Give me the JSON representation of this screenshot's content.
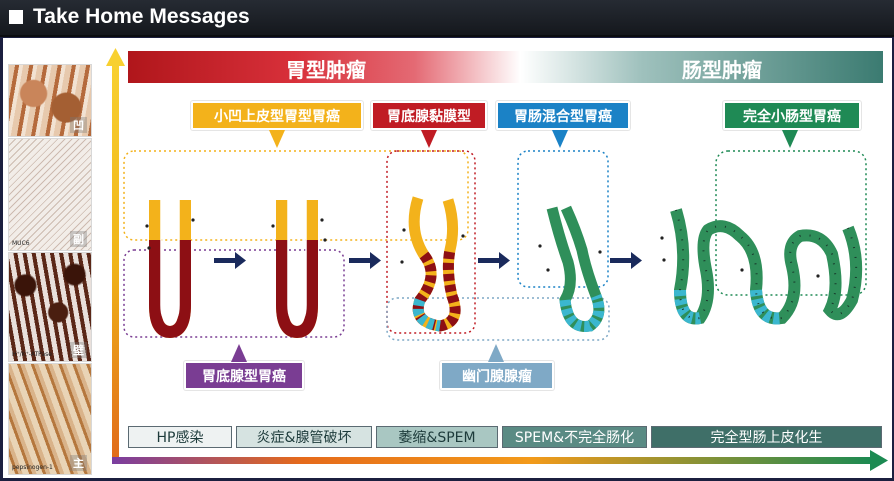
{
  "header": {
    "title": "Take Home Messages"
  },
  "stains": [
    {
      "label": "凹",
      "note": "",
      "color": "#b46a3c"
    },
    {
      "label": "副",
      "note": "MUC6",
      "color": "#5e2a18"
    },
    {
      "label": "壁",
      "note": "H⁺/K⁺-ATPase",
      "color": "#4a1e10"
    },
    {
      "label": "主",
      "note": "pepsinogen-1",
      "color": "#b5773d"
    }
  ],
  "phenotype_bar": {
    "gastric": "胃型肿瘤",
    "intestinal": "肠型肿瘤"
  },
  "tags": {
    "foveolar": "小凹上皮型胃型胃癌",
    "oxyntic_mucosa": "胃底腺黏膜型",
    "mixed": "胃肠混合型胃癌",
    "complete_intestinal": "完全小肠型胃癌",
    "fundic_gland": "胃底腺型胃癌",
    "pyloric": "幽门腺腺瘤"
  },
  "stages": [
    "HP感染",
    "炎症&腺管破坏",
    "萎缩&SPEM",
    "SPEM&不完全肠化",
    "完全型肠上皮化生"
  ],
  "colors": {
    "gastric_red": "#b0161b",
    "intestinal_green": "#2f7a63",
    "yellow": "#f3b21b",
    "crimson": "#c01c24",
    "blue": "#1b82c6",
    "green": "#1f8a55",
    "purple": "#7a3d93",
    "light_blue": "#7fa9c6"
  }
}
